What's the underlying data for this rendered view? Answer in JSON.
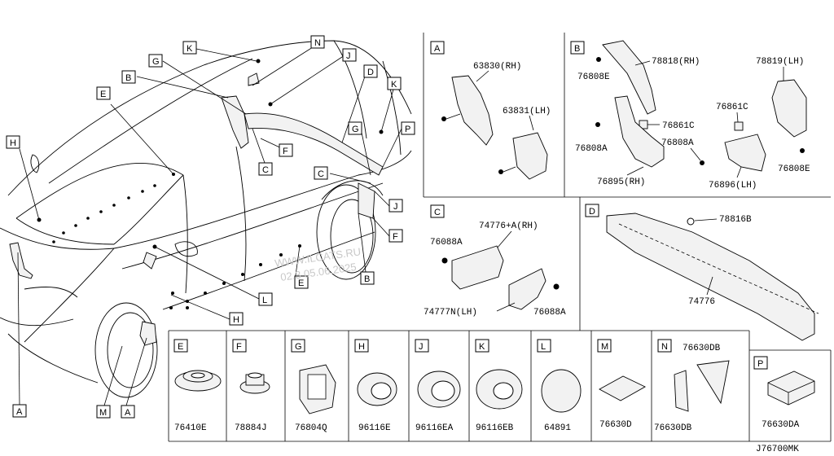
{
  "diagram_code": "J76700MK",
  "watermark": {
    "site": "WWW.ILCATS.RU",
    "date": "02.3  05.06.2025"
  },
  "callouts": {
    "A": "A",
    "B": "B",
    "C": "C",
    "D": "D",
    "E": "E",
    "F": "F",
    "G": "G",
    "H": "H",
    "J": "J",
    "K": "K",
    "L": "L",
    "M": "M",
    "N": "N",
    "P": "P"
  },
  "panel_A": {
    "letter": "A",
    "rh": "63830(RH)",
    "lh": "63831(LH)"
  },
  "panel_B": {
    "letter": "B",
    "p1": "78818(RH)",
    "p2": "78819(LH)",
    "p3": "76808E",
    "p4": "76861C",
    "p5": "76808A",
    "p6": "76861C",
    "p7": "76808A",
    "p8": "76895(RH)",
    "p9": "76896(LH)",
    "p10": "76808E"
  },
  "panel_C": {
    "letter": "C",
    "p1": "74776+A(RH)",
    "p2": "76088A",
    "p3": "74777N(LH)",
    "p4": "76088A"
  },
  "panel_D": {
    "letter": "D",
    "p1": "78816B",
    "p2": "74776"
  },
  "fasteners": [
    {
      "letter": "E",
      "part": "76410E"
    },
    {
      "letter": "F",
      "part": "78884J"
    },
    {
      "letter": "G",
      "part": "76804Q"
    },
    {
      "letter": "H",
      "part": "96116E"
    },
    {
      "letter": "J",
      "part": "96116EA"
    },
    {
      "letter": "K",
      "part": "96116EB"
    },
    {
      "letter": "L",
      "part": "64891"
    },
    {
      "letter": "M",
      "part": "76630D"
    },
    {
      "letter": "N",
      "part": "76630DB",
      "part2": "76630DB"
    },
    {
      "letter": "P",
      "part": "76630DA"
    }
  ]
}
